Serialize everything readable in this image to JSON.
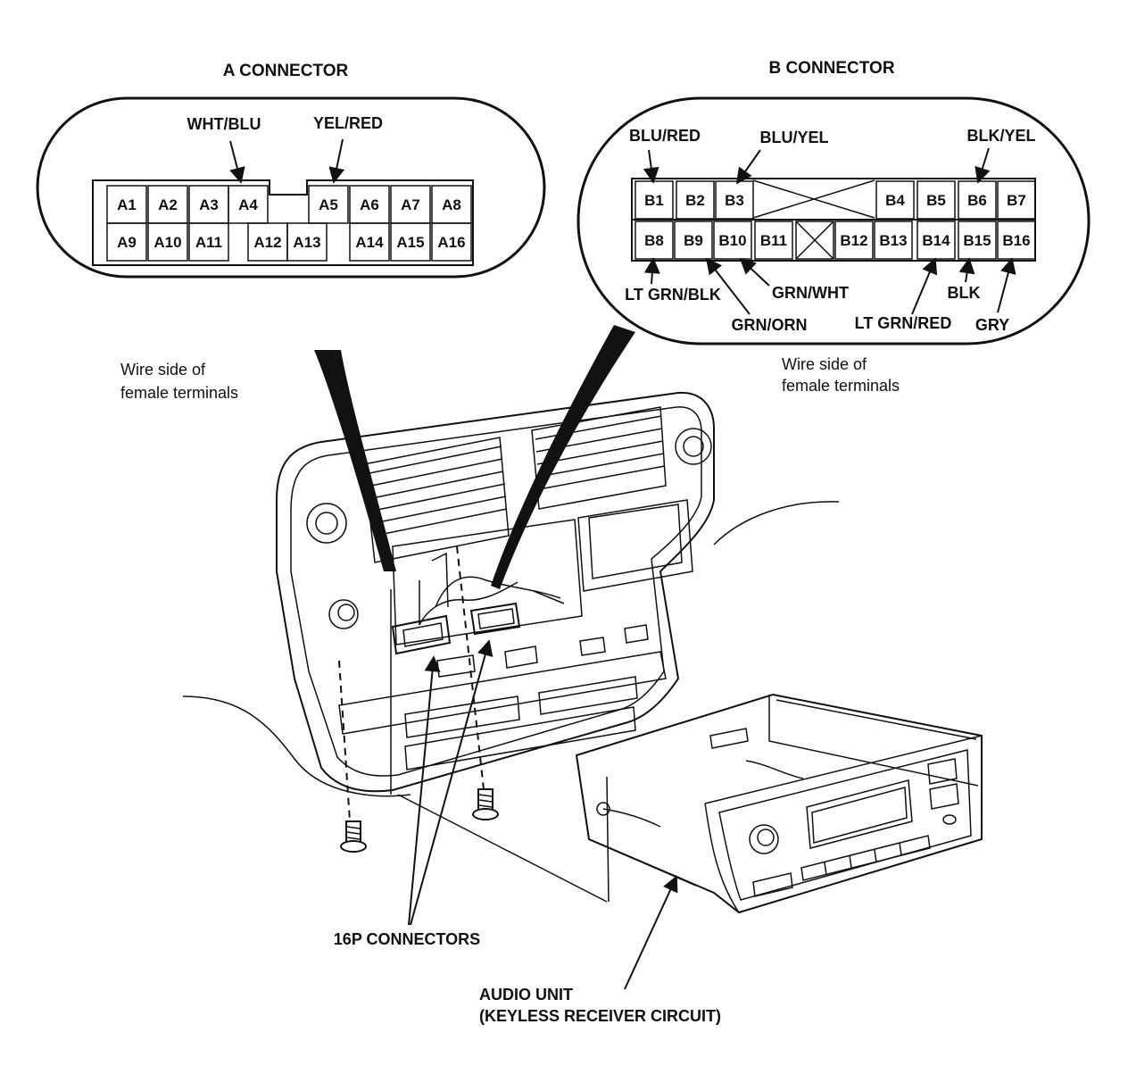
{
  "a_connector": {
    "title": "A CONNECTOR",
    "wire_labels": {
      "a4": "WHT/BLU",
      "a5": "YEL/RED"
    },
    "pins_top": [
      "A1",
      "A2",
      "A3",
      "A4",
      "A5",
      "A6",
      "A7",
      "A8"
    ],
    "pins_bottom": [
      "A9",
      "A10",
      "A11",
      "A12",
      "A13",
      "A14",
      "A15",
      "A16"
    ],
    "note_line1": "Wire side of",
    "note_line2": "female terminals"
  },
  "b_connector": {
    "title": "B CONNECTOR",
    "wire_labels": {
      "b1": "BLU/RED",
      "b3": "BLU/YEL",
      "b6": "BLK/YEL",
      "b8": "LT GRN/BLK",
      "b9": "GRN/ORN",
      "b10": "GRN/WHT",
      "b14": "LT GRN/RED",
      "b15": "BLK",
      "b16": "GRY"
    },
    "pins_top": [
      "B1",
      "B2",
      "B3",
      "B4",
      "B5",
      "B6",
      "B7"
    ],
    "pins_bottom": [
      "B8",
      "B9",
      "B10",
      "B11",
      "B12",
      "B13",
      "B14",
      "B15",
      "B16"
    ],
    "note_line1": "Wire side of",
    "note_line2": "female terminals"
  },
  "labels": {
    "connectors_16p": "16P CONNECTORS",
    "audio_unit_line1": "AUDIO UNIT",
    "audio_unit_line2": "(KEYLESS RECEIVER CIRCUIT)"
  }
}
